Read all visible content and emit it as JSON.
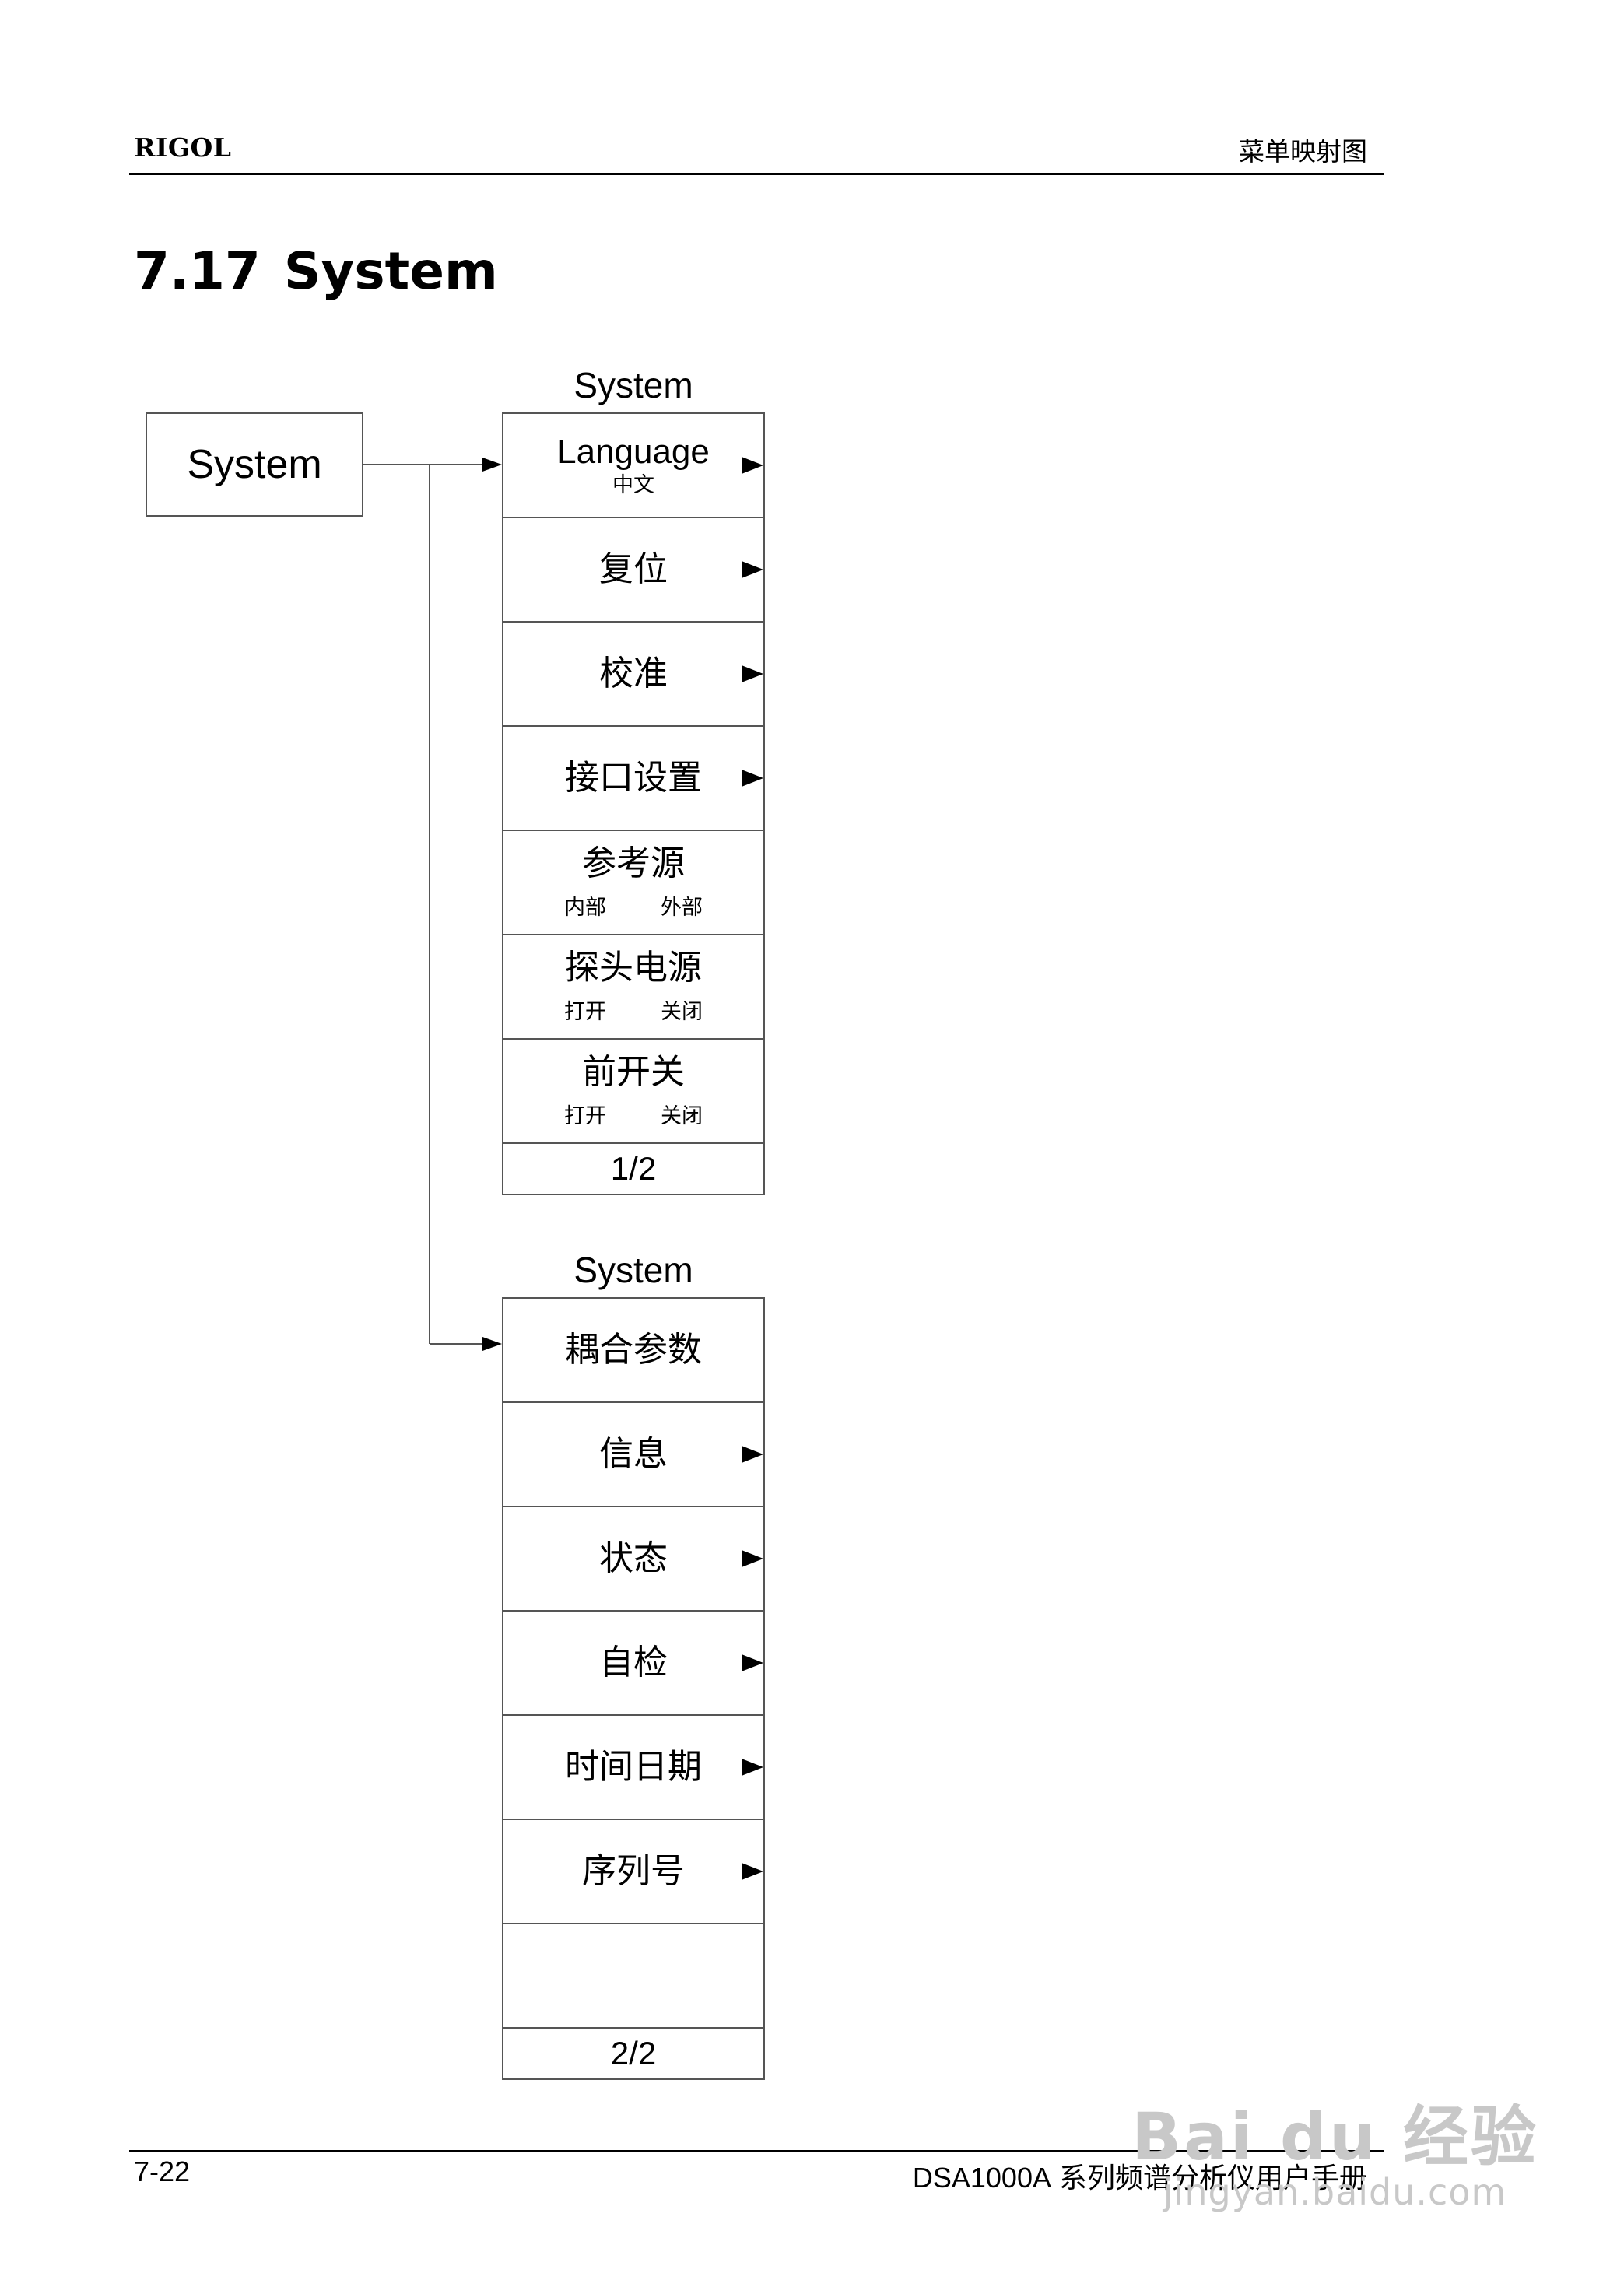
{
  "header": {
    "brand": "RIGOL",
    "section": "菜单映射图"
  },
  "title": {
    "number": "7.17",
    "text": "System"
  },
  "root_key": "System",
  "menus": [
    {
      "title": "System",
      "items": [
        {
          "label": "Language",
          "sub": "中文",
          "arrow": true
        },
        {
          "label": "复位",
          "arrow": true
        },
        {
          "label": "校准",
          "arrow": true
        },
        {
          "label": "接口设置",
          "arrow": true
        },
        {
          "label": "参考源",
          "options": [
            "内部",
            "外部"
          ]
        },
        {
          "label": "探头电源",
          "options": [
            "打开",
            "关闭"
          ]
        },
        {
          "label": "前开关",
          "options": [
            "打开",
            "关闭"
          ]
        }
      ],
      "page": "1/2"
    },
    {
      "title": "System",
      "items": [
        {
          "label": "耦合参数"
        },
        {
          "label": "信息",
          "arrow": true
        },
        {
          "label": "状态",
          "arrow": true
        },
        {
          "label": "自检",
          "arrow": true
        },
        {
          "label": "时间日期",
          "arrow": true
        },
        {
          "label": "序列号",
          "arrow": true
        },
        {
          "label": ""
        }
      ],
      "page": "2/2"
    }
  ],
  "footer": {
    "page_number": "7-22",
    "model": "DSA1000A",
    "manual_title": "系列频谱分析仪用户手册"
  },
  "watermark": {
    "line1": "Bai du 经验",
    "line2": "jingyan.baidu.com"
  }
}
